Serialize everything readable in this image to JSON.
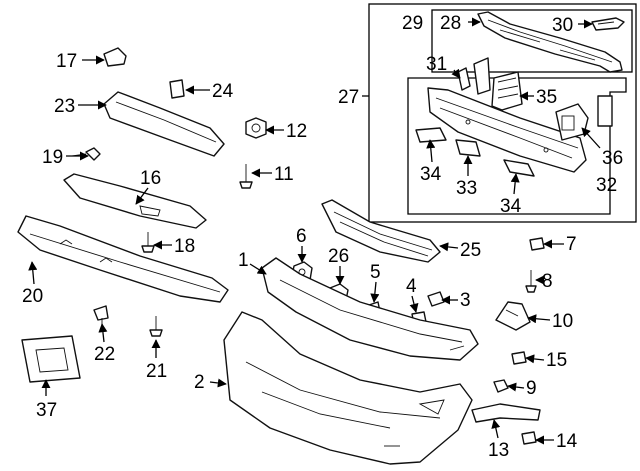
{
  "callouts": {
    "c1": "1",
    "c2": "2",
    "c3": "3",
    "c4": "4",
    "c5": "5",
    "c6": "6",
    "c7": "7",
    "c8": "8",
    "c9": "9",
    "c10": "10",
    "c11": "11",
    "c12": "12",
    "c13": "13",
    "c14": "14",
    "c15": "15",
    "c16": "16",
    "c17": "17",
    "c18": "18",
    "c19": "19",
    "c20": "20",
    "c21": "21",
    "c22": "22",
    "c23": "23",
    "c24": "24",
    "c25": "25",
    "c26": "26",
    "c27": "27",
    "c28": "28",
    "c29": "29",
    "c30": "30",
    "c31": "31",
    "c32": "32",
    "c33": "33",
    "c34a": "34",
    "c34b": "34",
    "c35": "35",
    "c36": "36",
    "c37": "37"
  },
  "colors": {
    "line": "#111111",
    "background": "#ffffff"
  }
}
